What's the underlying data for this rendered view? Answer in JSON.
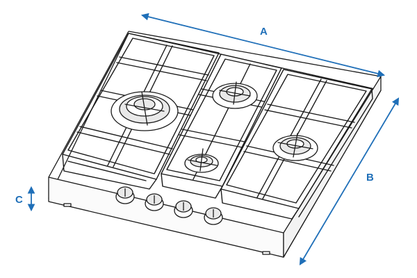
{
  "figure": {
    "subject": "gas-hob-4-burner",
    "burner_count": 4,
    "knob_count": 4,
    "grate_count": 3
  },
  "dimensions": {
    "width_label": "A",
    "depth_label": "B",
    "height_label": "C"
  },
  "colors": {
    "dimension": "#1f6fb8",
    "line": "#1a1a1a",
    "fill": "#ffffff",
    "shade": "#e9e9e9"
  }
}
